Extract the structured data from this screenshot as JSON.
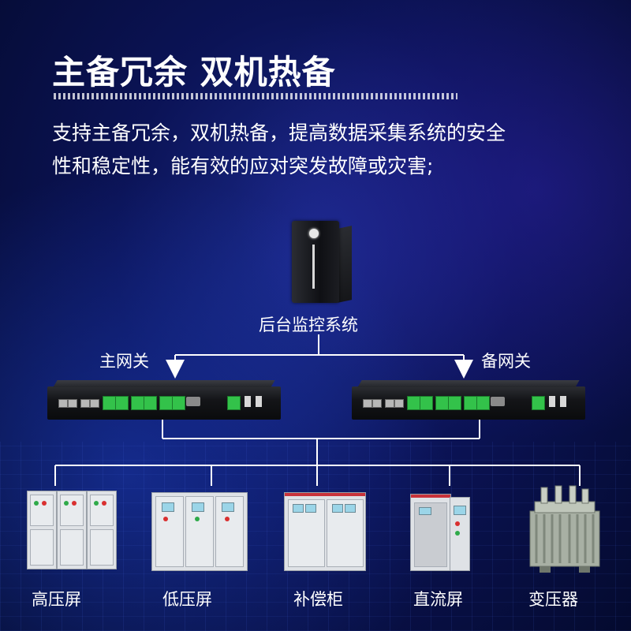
{
  "header": {
    "title": "主备冗余 双机热备",
    "description_lines": [
      "支持主备冗余，双机热备，提高数据采集系统的安全",
      "性和稳定性，能有效的应对突发故障或灾害;"
    ]
  },
  "monitor": {
    "label": "后台监控系统"
  },
  "gateways": {
    "primary_label": "主网关",
    "backup_label": "备网关"
  },
  "devices": [
    {
      "label": "高压屏",
      "icon": "high-voltage-switchgear"
    },
    {
      "label": "低压屏",
      "icon": "low-voltage-switchgear"
    },
    {
      "label": "补偿柜",
      "icon": "compensation-cabinet"
    },
    {
      "label": "直流屏",
      "icon": "dc-panel"
    },
    {
      "label": "变压器",
      "icon": "transformer"
    }
  ],
  "colors": {
    "line": "#ffffff",
    "terminal_green": "#33c24a",
    "background": "#0b1356"
  }
}
